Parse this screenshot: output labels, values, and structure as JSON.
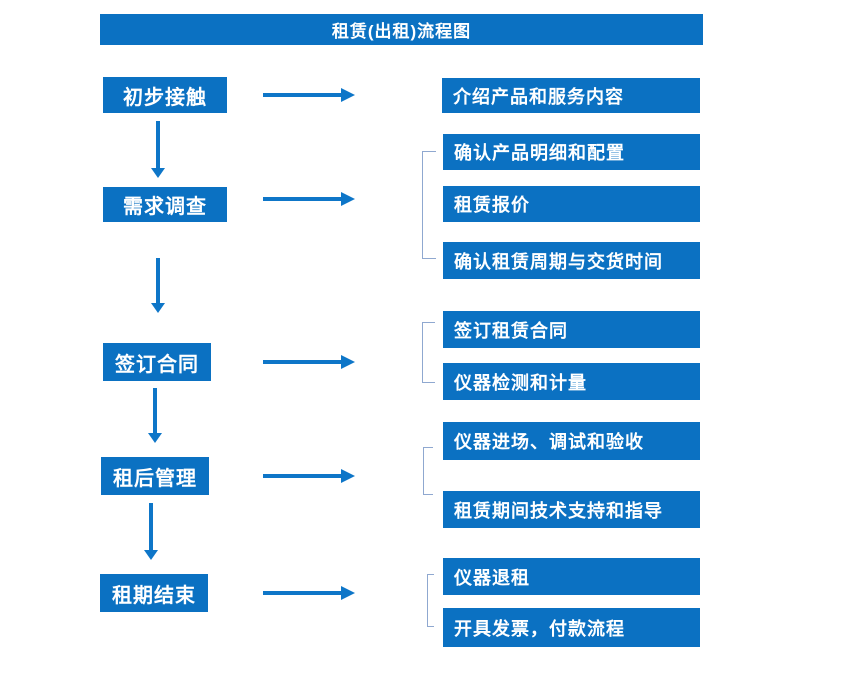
{
  "title": "租赁(出租)流程图",
  "colors": {
    "primary": "#0b71c2",
    "arrow": "#0e76c8",
    "bracket": "#8fa8d0",
    "text_on_primary": "#ffffff"
  },
  "stages": [
    {
      "label": "初步接触",
      "details": [
        "介绍产品和服务内容"
      ]
    },
    {
      "label": "需求调查",
      "details": [
        "确认产品明细和配置",
        "租赁报价",
        "确认租赁周期与交货时间"
      ]
    },
    {
      "label": "签订合同",
      "details": [
        "签订租赁合同",
        "仪器检测和计量"
      ]
    },
    {
      "label": "租后管理",
      "details": [
        "仪器进场、调试和验收",
        "租赁期间技术支持和指导"
      ]
    },
    {
      "label": "租期结束",
      "details": [
        "仪器退租",
        "开具发票，付款流程"
      ]
    }
  ]
}
